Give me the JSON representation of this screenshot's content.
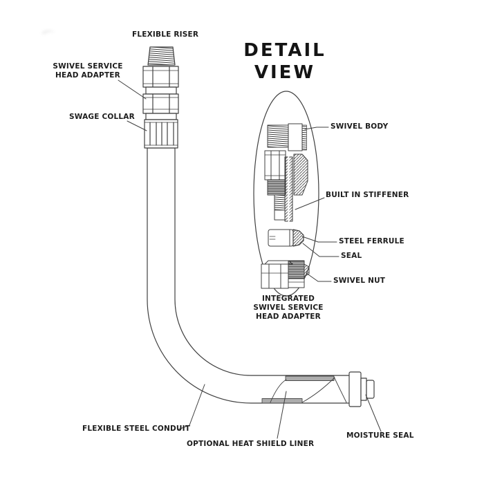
{
  "diagram": {
    "title": "DETAIL\nVIEW",
    "labels": {
      "flexible_riser": "FLEXIBLE RISER",
      "swivel_service_head_adapter": "SWIVEL SERVICE\nHEAD ADAPTER",
      "swage_collar": "SWAGE COLLAR",
      "swivel_body": "SWIVEL BODY",
      "built_in_stiffener": "BUILT IN STIFFENER",
      "steel_ferrule": "STEEL FERRULE",
      "seal": "SEAL",
      "swivel_nut": "SWIVEL NUT",
      "integrated_adapter_caption": "INTEGRATED\nSWIVEL SERVICE\nHEAD ADAPTER",
      "flexible_steel_conduit": "FLEXIBLE STEEL CONDUIT",
      "optional_heat_shield_liner": "OPTIONAL HEAT SHIELD LINER",
      "moisture_seal": "MOISTURE SEAL"
    },
    "colors": {
      "line": "#3f3f3f",
      "text": "#1c1c1c",
      "liner_gray": "#adadad",
      "background": "#ffffff"
    }
  }
}
